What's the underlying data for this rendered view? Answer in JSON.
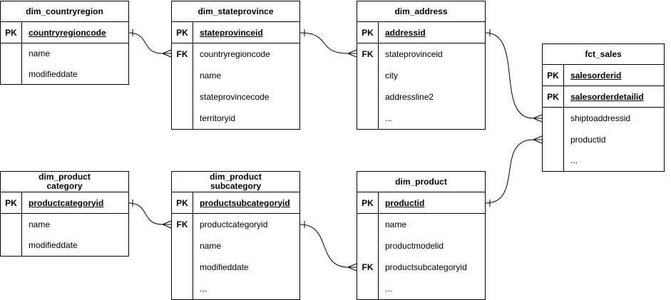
{
  "diagram": {
    "type": "entity-relationship",
    "notation": "crow-foot one-to-many",
    "line_color": "#000000",
    "background_color": "#ffffff",
    "tables": [
      {
        "title": "dim_countryregion",
        "rows": [
          {
            "key": "PK",
            "field": "countryregioncode"
          },
          {
            "key": "",
            "field": "name"
          },
          {
            "key": "",
            "field": "modifieddate"
          }
        ]
      },
      {
        "title": "dim_stateprovince",
        "rows": [
          {
            "key": "PK",
            "field": "stateprovinceid"
          },
          {
            "key": "FK",
            "field": "countryregioncode"
          },
          {
            "key": "",
            "field": "name"
          },
          {
            "key": "",
            "field": "stateprovincecode"
          },
          {
            "key": "",
            "field": "territoryid"
          }
        ]
      },
      {
        "title": "dim_address",
        "rows": [
          {
            "key": "PK",
            "field": "addressid"
          },
          {
            "key": "FK",
            "field": "stateprovinceid"
          },
          {
            "key": "",
            "field": "city"
          },
          {
            "key": "",
            "field": "addressline2"
          },
          {
            "key": "",
            "field": "..."
          }
        ]
      },
      {
        "title": "fct_sales",
        "rows": [
          {
            "key": "PK",
            "field": "salesorderid"
          },
          {
            "key": "PK",
            "field": "salesorderdetailid"
          },
          {
            "key": "",
            "field": "shiptoaddressid"
          },
          {
            "key": "",
            "field": "productid"
          },
          {
            "key": "",
            "field": "..."
          }
        ]
      },
      {
        "title": "dim_product\ncategory",
        "rows": [
          {
            "key": "PK",
            "field": "productcategoryid"
          },
          {
            "key": "",
            "field": "name"
          },
          {
            "key": "",
            "field": "modifieddate"
          }
        ]
      },
      {
        "title": "dim_product\nsubcategory",
        "rows": [
          {
            "key": "PK",
            "field": "productsubcategoryid"
          },
          {
            "key": "FK",
            "field": "productcategoryid"
          },
          {
            "key": "",
            "field": "name"
          },
          {
            "key": "",
            "field": "modifieddate"
          },
          {
            "key": "",
            "field": "..."
          }
        ]
      },
      {
        "title": "dim_product",
        "rows": [
          {
            "key": "PK",
            "field": "productid"
          },
          {
            "key": "",
            "field": "name"
          },
          {
            "key": "",
            "field": "productmodelid"
          },
          {
            "key": "FK",
            "field": "productsubcategoryid"
          },
          {
            "key": "",
            "field": "..."
          }
        ]
      }
    ],
    "relationships": [
      {
        "from": "dim_countryregion.countryregioncode",
        "to": "dim_stateprovince.countryregioncode",
        "cardinality": "one-to-many"
      },
      {
        "from": "dim_stateprovince.stateprovinceid",
        "to": "dim_address.stateprovinceid",
        "cardinality": "one-to-many"
      },
      {
        "from": "dim_address.addressid",
        "to": "fct_sales.shiptoaddressid",
        "cardinality": "one-to-many"
      },
      {
        "from": "dim_product.productid",
        "to": "fct_sales.productid",
        "cardinality": "one-to-many"
      },
      {
        "from": "dim_product category.productcategoryid",
        "to": "dim_product subcategory.productcategoryid",
        "cardinality": "one-to-many"
      },
      {
        "from": "dim_product subcategory.productsubcategoryid",
        "to": "dim_product.productsubcategoryid",
        "cardinality": "one-to-many"
      }
    ]
  }
}
